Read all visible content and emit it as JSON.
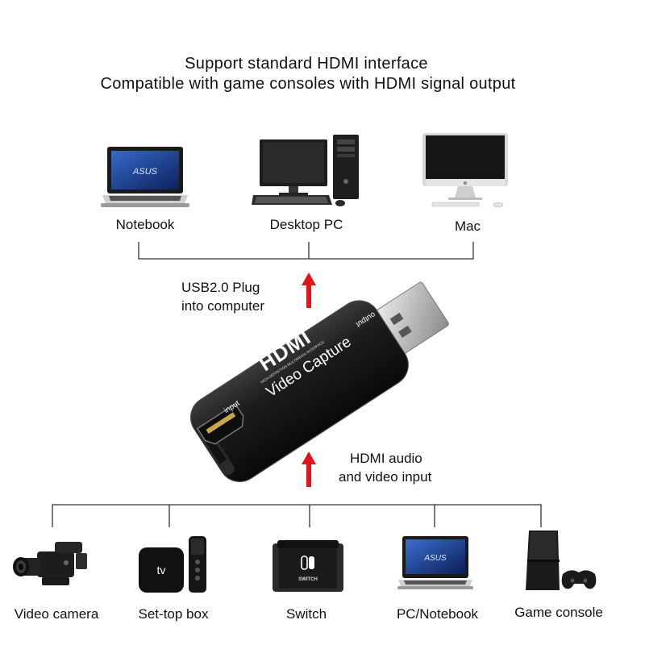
{
  "header": {
    "line1": "Support standard HDMI interface",
    "line2": "Compatible with game consoles with HDMI signal output"
  },
  "outputs": [
    {
      "label": "Notebook",
      "icon": "laptop-icon",
      "screen_text": "ASUS"
    },
    {
      "label": "Desktop PC",
      "icon": "desktop-pc-icon"
    },
    {
      "label": "Mac",
      "icon": "imac-icon"
    }
  ],
  "usb_note": {
    "line1": "USB2.0 Plug",
    "line2": "into computer"
  },
  "device": {
    "brand": "HDMI",
    "brand_sub": "HIGH-DEFINITION MULTIMEDIA INTERFACE",
    "name": "Video Capture",
    "input_label": "input",
    "output_label": "output"
  },
  "hdmi_note": {
    "line1": "HDMI audio",
    "line2": "and video input"
  },
  "inputs": [
    {
      "label": "Video camera",
      "icon": "video-camera-icon"
    },
    {
      "label": "Set-top box",
      "icon": "set-top-box-icon",
      "logo_text": "tv"
    },
    {
      "label": "Switch",
      "icon": "nintendo-switch-icon",
      "dock_text": "SWITCH"
    },
    {
      "label": "PC/Notebook",
      "icon": "laptop-icon",
      "screen_text": "ASUS"
    },
    {
      "label": "Game console",
      "icon": "game-console-icon"
    }
  ],
  "colors": {
    "arrow": "#e0141c",
    "line": "#333333"
  }
}
